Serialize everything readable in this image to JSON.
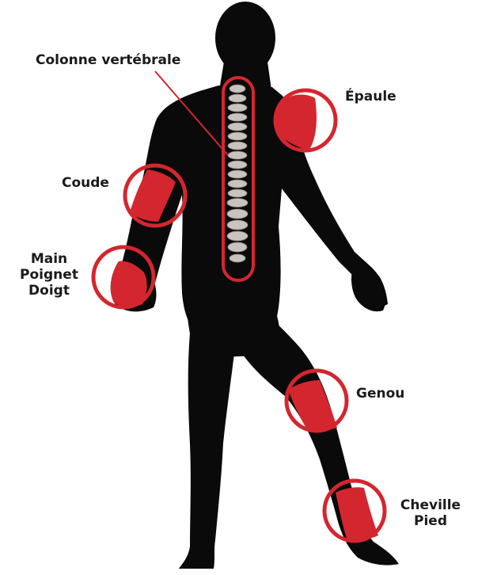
{
  "colors": {
    "silhouette": "#0a0a0a",
    "marker_ring": "#d4262e",
    "marker_fill": "#d4262e",
    "spine": "#c9c3bd",
    "label_text": "#1a1a1a"
  },
  "labels": {
    "colonne": "Colonne vertébrale",
    "epaule": "Épaule",
    "coude": "Coude",
    "main": [
      "Main",
      "Poignet",
      "Doigt"
    ],
    "genou": "Genou",
    "cheville": [
      "Cheville",
      "Pied"
    ]
  },
  "icons": [
    "human-silhouette",
    "spine",
    "joint-marker"
  ]
}
